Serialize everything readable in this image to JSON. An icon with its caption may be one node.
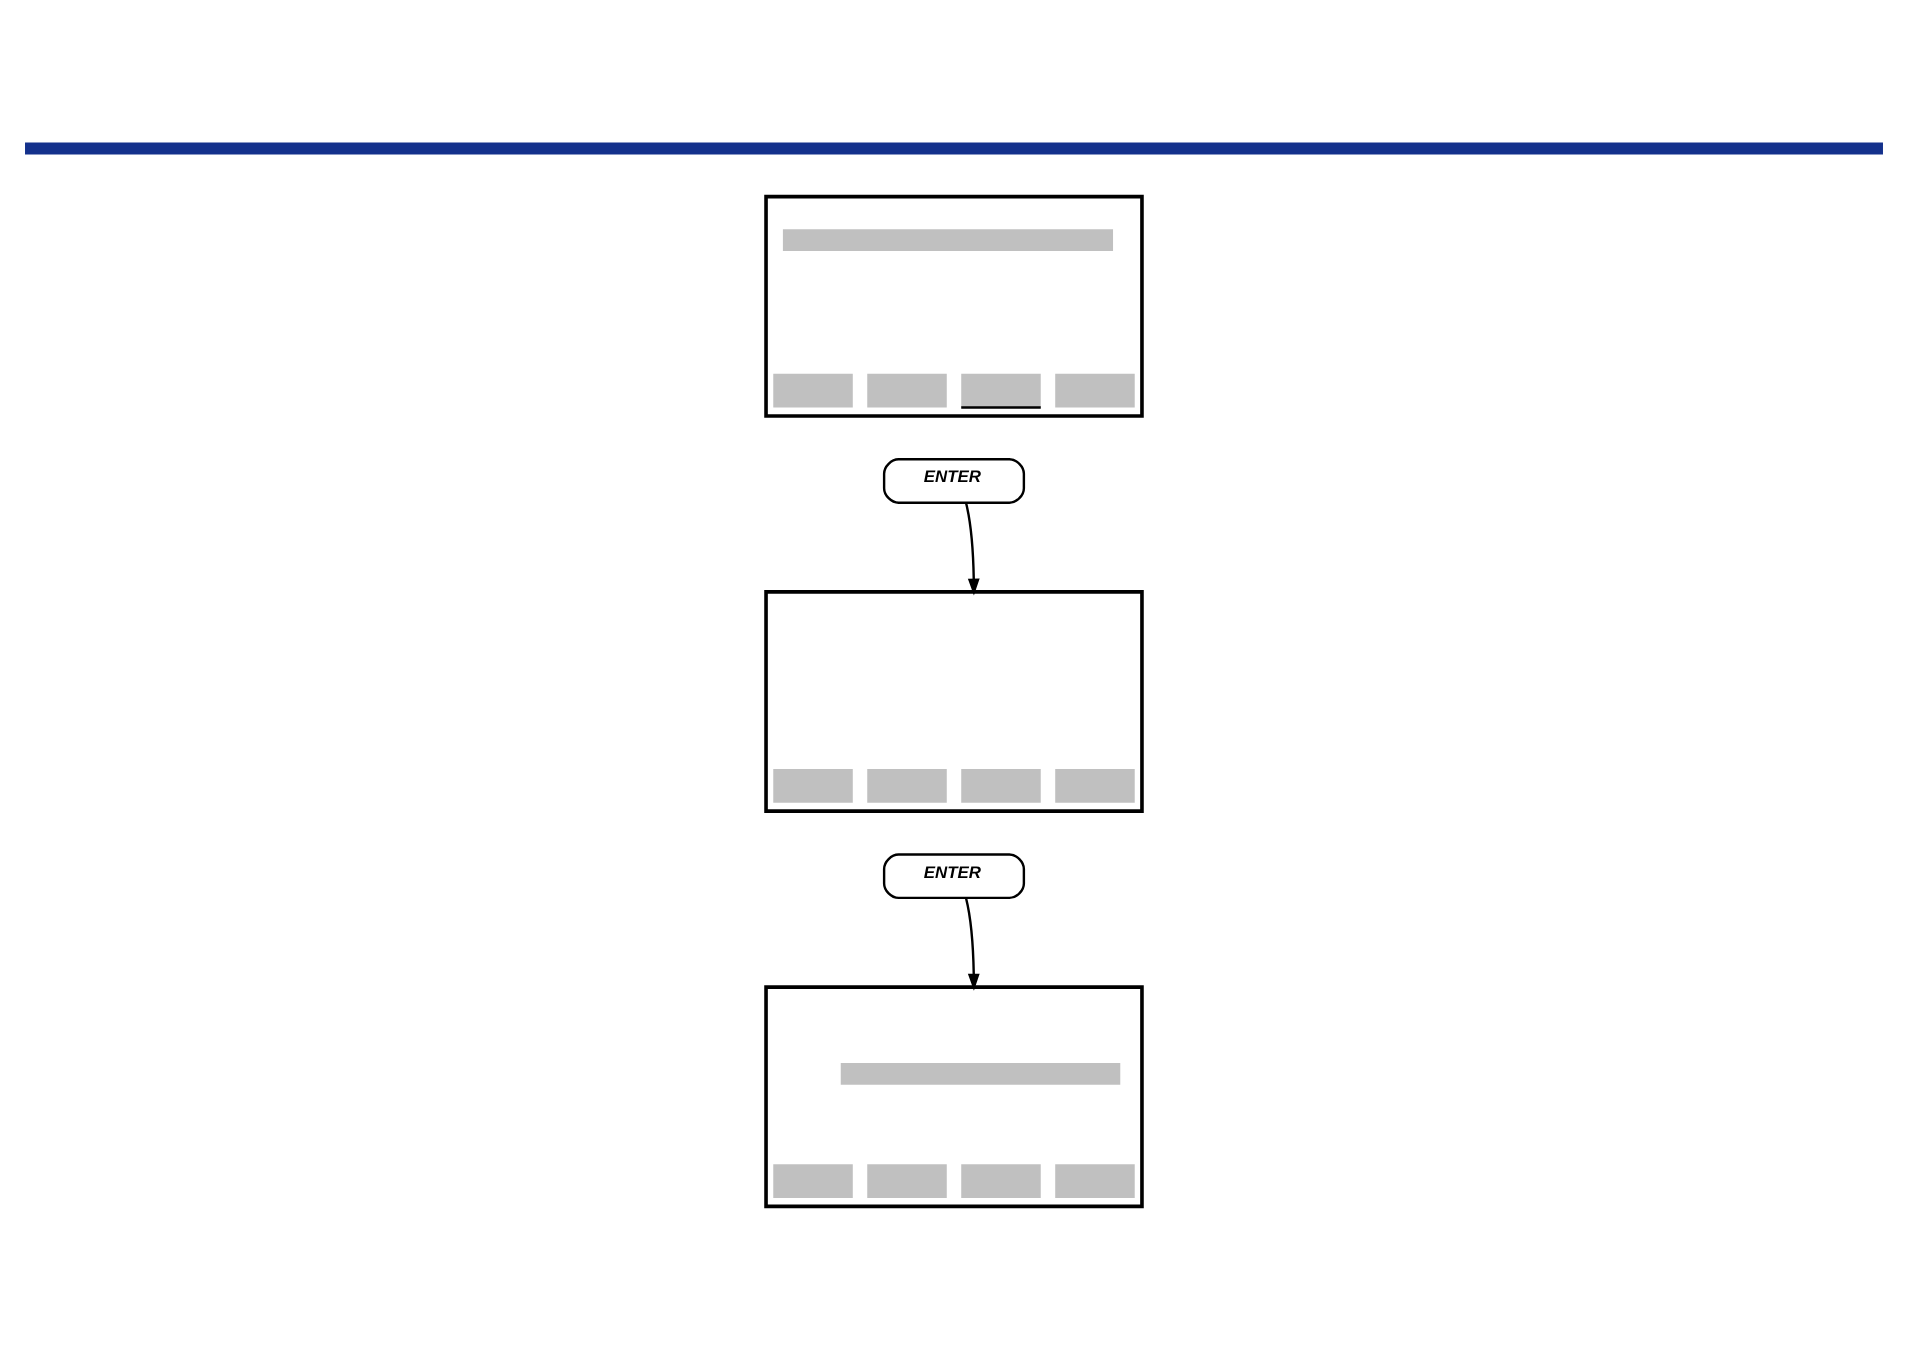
{
  "diagram": {
    "nodes": [
      {
        "text": [],
        "shape": "box"
      },
      {
        "text": [
          "ENTER"
        ]
      },
      {
        "text": [],
        "shape": "box"
      },
      {
        "text": [
          "ENTER"
        ]
      },
      {
        "text": [],
        "shape": "box"
      }
    ],
    "edges": [
      {
        "from": 1,
        "to": 2,
        "arrow": "to"
      },
      {
        "from": 3,
        "to": 4,
        "arrow": "to"
      }
    ]
  }
}
